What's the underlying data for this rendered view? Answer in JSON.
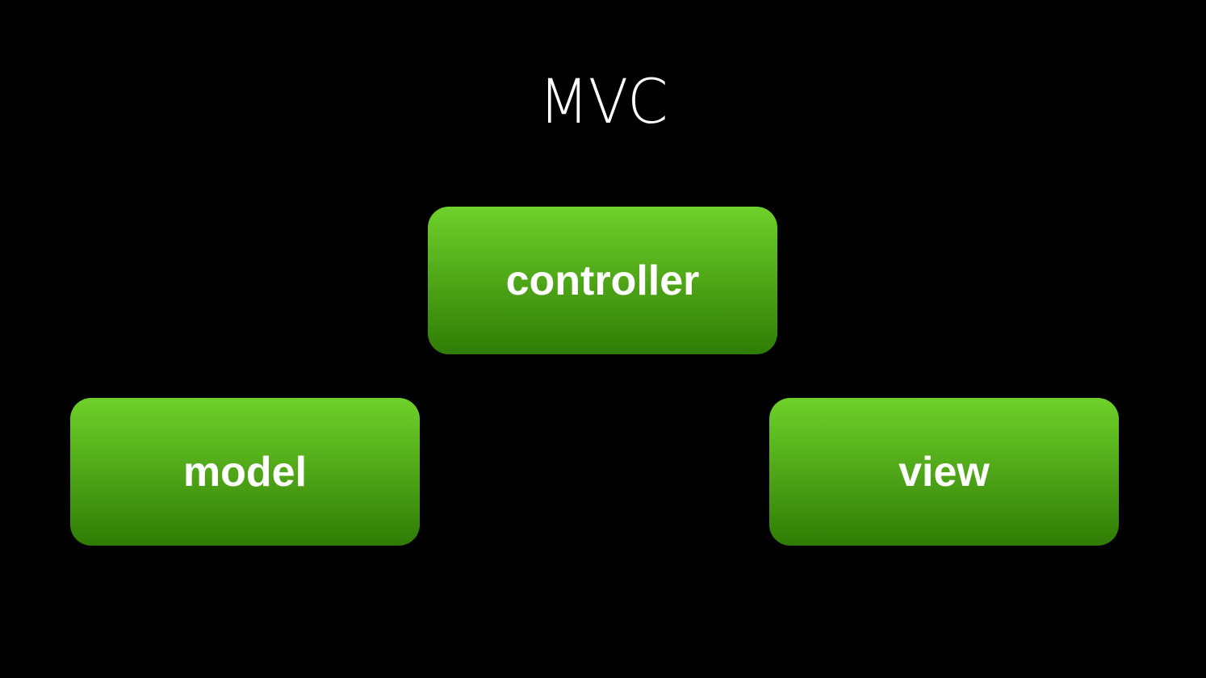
{
  "slide": {
    "title": "MVC",
    "background_color": "#000000"
  },
  "diagram": {
    "box_gradient": [
      "#6fd12a",
      "#2f7c05"
    ],
    "boxes": [
      {
        "id": "controller",
        "label": "controller"
      },
      {
        "id": "model",
        "label": "model"
      },
      {
        "id": "view",
        "label": "view"
      }
    ]
  }
}
